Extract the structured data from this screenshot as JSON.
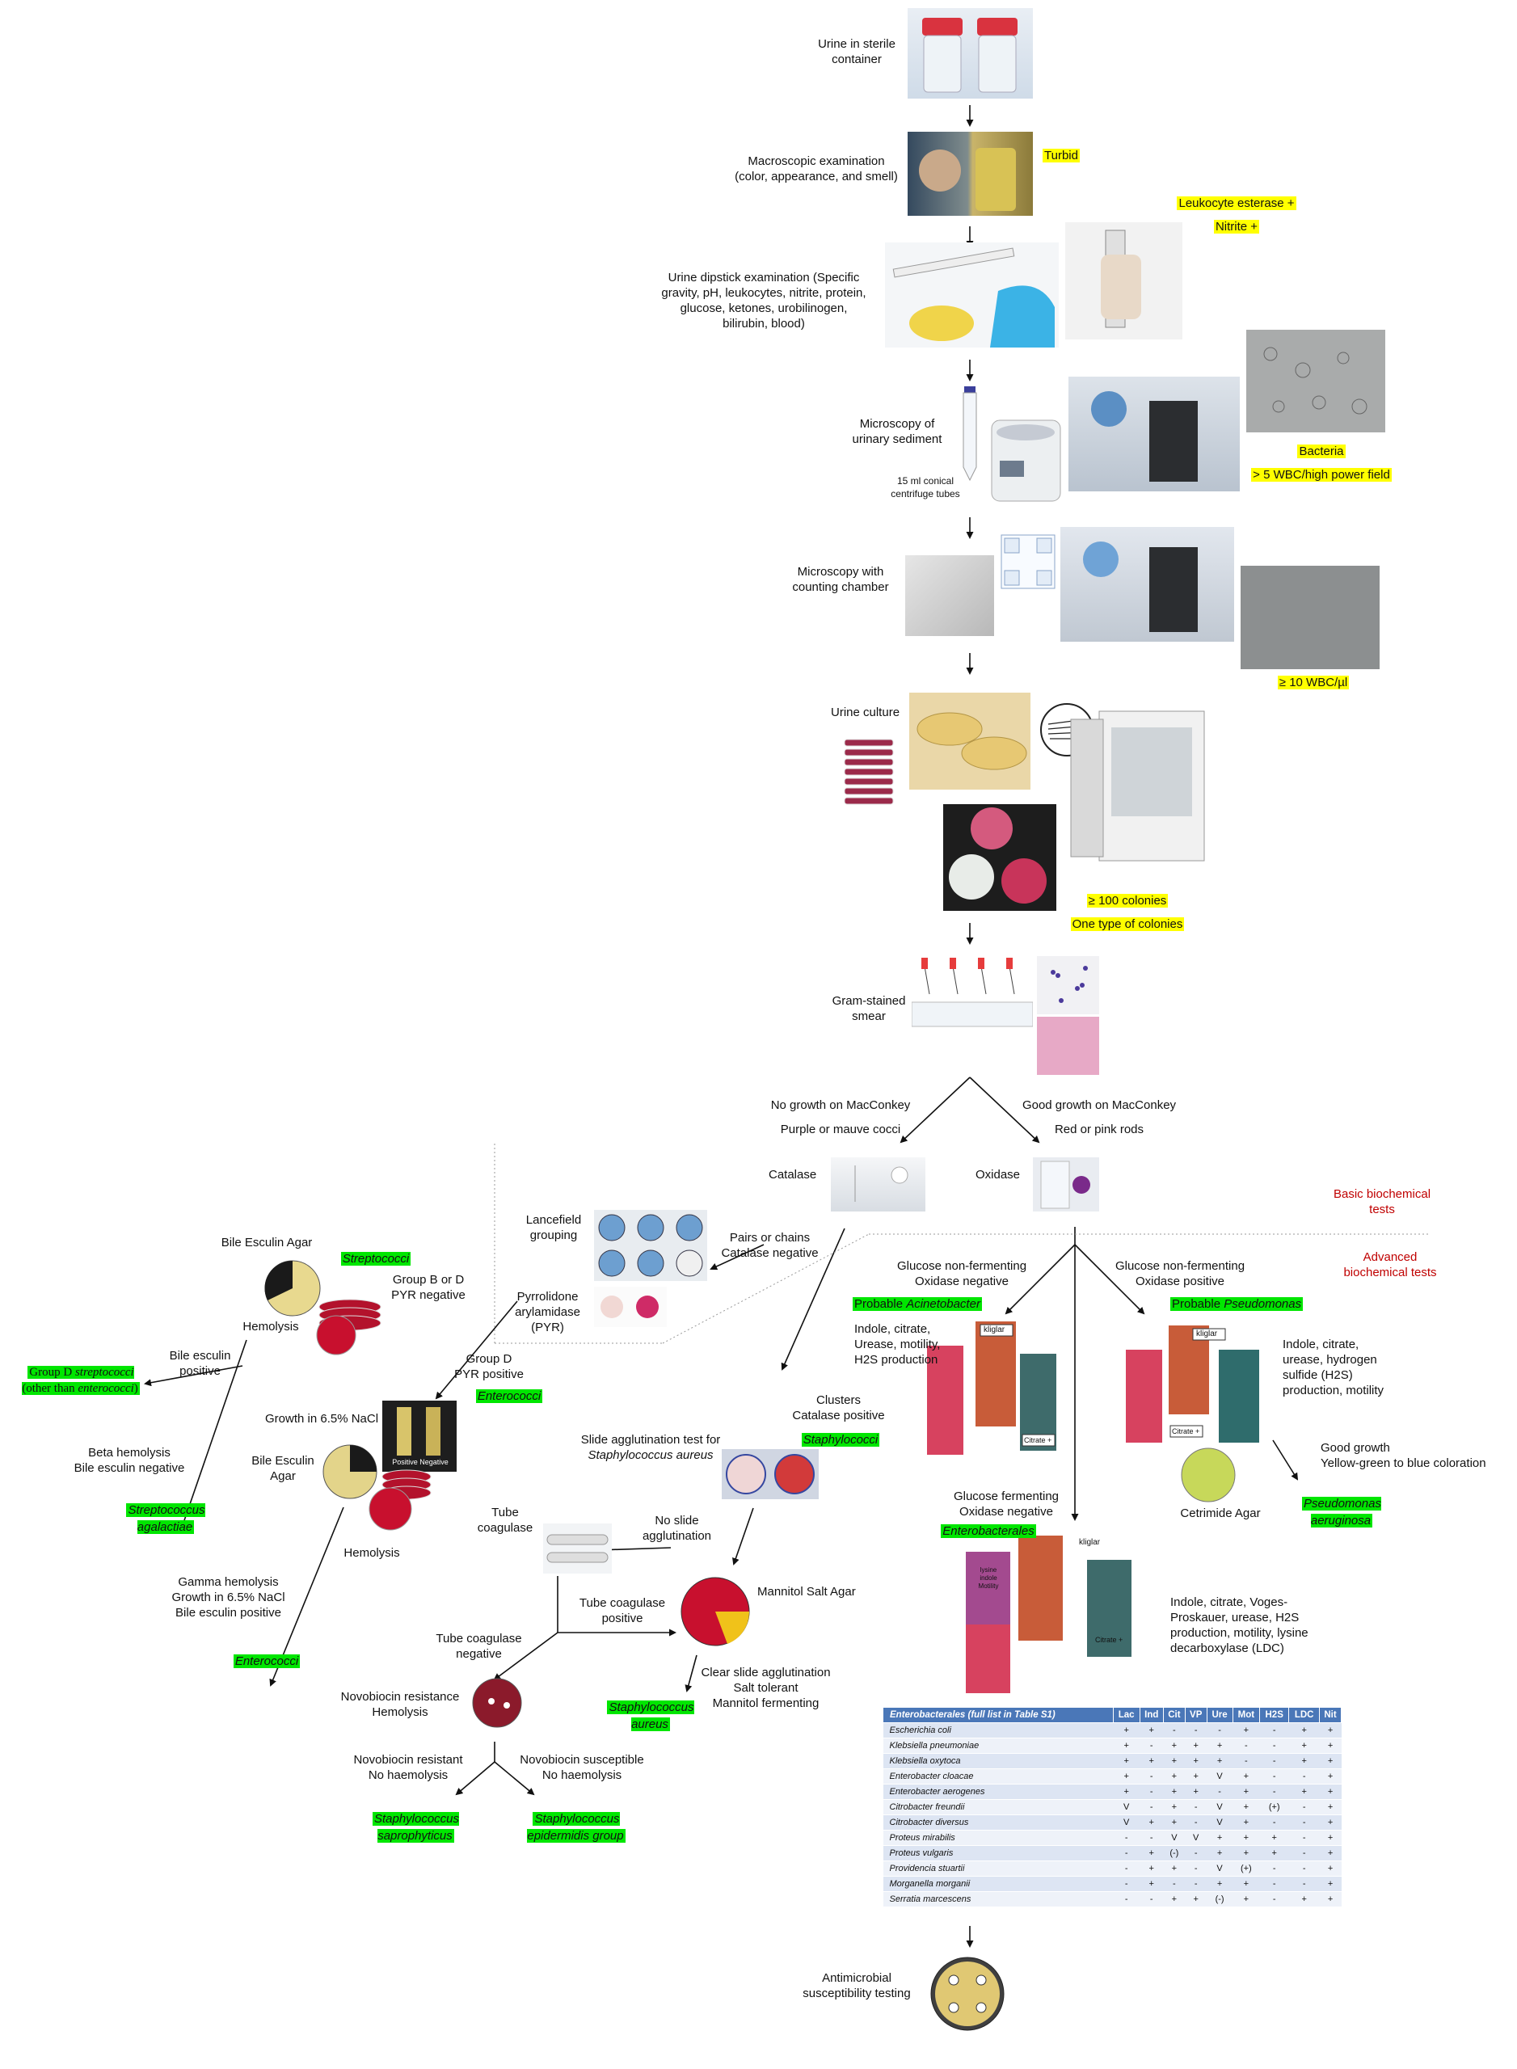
{
  "steps": {
    "urine": "Urine in sterile\ncontainer",
    "macro": "Macroscopic examination\n(color, appearance, and smell)",
    "macro_result": "Turbid",
    "dipstick": "Urine dipstick examination (Specific\ngravity, pH, leukocytes, nitrite, protein,\nglucose, ketones, urobilinogen,\nbilirubin, blood)",
    "dipstick_r1": "Leukocyte esterase +",
    "dipstick_r2": "Nitrite +",
    "sediment": "Microscopy of\nurinary sediment",
    "tubes": "15 ml conical\ncentrifuge tubes",
    "sediment_r1": "Bacteria",
    "sediment_r2": "> 5 WBC/high power field",
    "chamber": "Microscopy with\ncounting chamber",
    "chamber_r": "≥ 10 WBC/µl",
    "culture": "Urine culture",
    "culture_r1": "≥ 100 colonies",
    "culture_r2": "One type of colonies",
    "gram": "Gram-stained\nsmear",
    "left_branch_1": "No growth on MacConkey",
    "left_branch_2": "Purple or mauve cocci",
    "right_branch_1": "Good growth on MacConkey",
    "right_branch_2": "Red or pink rods",
    "catalase": "Catalase",
    "oxidase": "Oxidase",
    "basic_tests": "Basic biochemical\ntests",
    "advanced_tests": "Advanced\nbiochemical tests",
    "antimicrobial": "Antimicrobial\nsusceptibility testing"
  },
  "gram_positive": {
    "lancefield": "Lancefield\ngrouping",
    "pyr": "Pyrrolidone\narylamidase\n(PYR)",
    "pairs": "Pairs or chains\nCatalase negative",
    "bile_esculin_agar": "Bile Esculin Agar",
    "streptococci": "Streptococci",
    "group_bd": "Group B or D\nPYR negative",
    "hemolysis_1": "Hemolysis",
    "bile_pos": "Bile esculin\npositive",
    "group_d_a": "Group D ",
    "group_d_b": "streptococci",
    "group_d_c": "(other than ",
    "group_d_d": "enterococci",
    "group_d_e": ")",
    "group_d_pyr": "Group D\nPYR positive",
    "enterococci_1": "Enterococci",
    "beta": "Beta hemolysis\nBile esculin negative",
    "strep_agal": "Streptococcus\nagalactiae",
    "nacl": "Growth in 6.5% NaCl",
    "bile_esculin_2": "Bile Esculin\nAgar",
    "pos_neg": "Positive  Negative",
    "hemolysis_2": "Hemolysis",
    "gamma": "Gamma hemolysis\nGrowth in 6.5% NaCl\nBile esculin positive",
    "enterococci_2": "Enterococci",
    "clusters": "Clusters\nCatalase positive",
    "staphylococci": "Staphylococci",
    "slide_test": "Slide agglutination test for",
    "slide_test_b": "Staphylococcus aureus",
    "tube_coag": "Tube\ncoagulase",
    "no_slide": "No slide\nagglutination",
    "msa": "Mannitol Salt Agar",
    "tc_pos": "Tube coagulase\npositive",
    "tc_neg": "Tube coagulase\nnegative",
    "clear_slide": "Clear slide agglutination\nSalt tolerant\nMannitol fermenting",
    "staph_aureus": "Staphylococcus\naureus",
    "novo": "Novobiocin resistance\nHemolysis",
    "novo_res": "Novobiocin resistant\nNo haemolysis",
    "novo_sus": "Novobiocin susceptible\nNo haemolysis",
    "saprophyticus": "Staphylococcus\nsaprophyticus",
    "epidermidis": "Staphylococcus\nepidermidis group"
  },
  "gram_negative": {
    "gnf_neg": "Glucose non-fermenting\nOxidase negative",
    "acineto_a": "Probable ",
    "acineto_b": "Acinetobacter",
    "gnf_pos": "Glucose non-fermenting\nOxidase positive",
    "pseudo_a": "Probable ",
    "pseudo_b": "Pseudomonas",
    "acineto_tests": "Indole, citrate,\nUrease, motility,\nH2S production",
    "pseudo_tests": "Indole, citrate,\nurease, hydrogen\nsulfide (H2S)\nproduction, motility",
    "kligler": "kliglar",
    "citrate": "Citrate +",
    "good_growth": "Good growth\nYellow-green to blue coloration",
    "cetrimide": "Cetrimide Agar",
    "p_aeruginosa": "Pseudomonas\naeruginosa",
    "gf": "Glucose fermenting\nOxidase negative",
    "enterobacterales": "Enterobacterales",
    "ent_tests": "Indole, citrate, Voges-\nProskauer, urease, H2S\nproduction, motility, lysine\ndecarboxylase (LDC)",
    "lysine_label": "lysine\nindole\nMotility"
  },
  "table": {
    "header": [
      "Enterobacterales (full list in Table S1)",
      "Lac",
      "Ind",
      "Cit",
      "VP",
      "Ure",
      "Mot",
      "H2S",
      "LDC",
      "Nit"
    ],
    "rows": [
      [
        "Escherichia coli",
        "+",
        "+",
        "-",
        "-",
        "-",
        "+",
        "-",
        "+",
        "+"
      ],
      [
        "Klebsiella pneumoniae",
        "+",
        "-",
        "+",
        "+",
        "+",
        "-",
        "-",
        "+",
        "+"
      ],
      [
        "Klebsiella oxytoca",
        "+",
        "+",
        "+",
        "+",
        "+",
        "-",
        "-",
        "+",
        "+"
      ],
      [
        "Enterobacter cloacae",
        "+",
        "-",
        "+",
        "+",
        "V",
        "+",
        "-",
        "-",
        "+"
      ],
      [
        "Enterobacter aerogenes",
        "+",
        "-",
        "+",
        "+",
        "-",
        "+",
        "-",
        "+",
        "+"
      ],
      [
        "Citrobacter freundii",
        "V",
        "-",
        "+",
        "-",
        "V",
        "+",
        "(+)",
        "-",
        "+"
      ],
      [
        "Citrobacter diversus",
        "V",
        "+",
        "+",
        "-",
        "V",
        "+",
        "-",
        "-",
        "+"
      ],
      [
        "Proteus mirabilis",
        "-",
        "-",
        "V",
        "V",
        "+",
        "+",
        "+",
        "-",
        "+"
      ],
      [
        "Proteus vulgaris",
        "-",
        "+",
        "(-)",
        "-",
        "+",
        "+",
        "+",
        "-",
        "+"
      ],
      [
        "Providencia stuartii",
        "-",
        "+",
        "+",
        "-",
        "V",
        "(+)",
        "-",
        "-",
        "+"
      ],
      [
        "Morganella morganii",
        "-",
        "+",
        "-",
        "-",
        "+",
        "+",
        "-",
        "-",
        "+"
      ],
      [
        "Serratia marcescens",
        "-",
        "-",
        "+",
        "+",
        "(-)",
        "+",
        "-",
        "+",
        "+"
      ]
    ]
  },
  "colors": {
    "highlight_yellow": "#ffff00",
    "highlight_green": "#00e600",
    "red_label": "#c00000",
    "table_header": "#4a77b8"
  },
  "images": [
    "urine-container-photo",
    "macroscopic-exam-photo",
    "dipstick-photo",
    "dipstick-closeup-photo",
    "conical-tube-icon",
    "centrifuge-photo",
    "microscope-photo",
    "sediment-micrograph",
    "counting-chamber-photo",
    "chamber-grid-icon",
    "microscope-2-photo",
    "chamber-micrograph",
    "agar-plates-photo",
    "streak-pattern-icon",
    "incubator-photo",
    "colony-plates-photo",
    "gram-stain-steps-photo",
    "gram-positive-micrograph",
    "gram-negative-micrograph",
    "catalase-slide-photo",
    "oxidase-strip-photo",
    "lancefield-plate-photo",
    "pyr-test-photo",
    "bile-esculin-plate-photo",
    "blood-agar-stack-photo",
    "nacl-tubes-photo",
    "slide-agglutination-photo",
    "coagulase-tubes-photo",
    "mannitol-salt-agar-photo",
    "novobiocin-plate-photo",
    "kligler-tubes-photo",
    "cetrimide-agar-photo",
    "lysine-tube-photo",
    "ast-plate-photo"
  ]
}
